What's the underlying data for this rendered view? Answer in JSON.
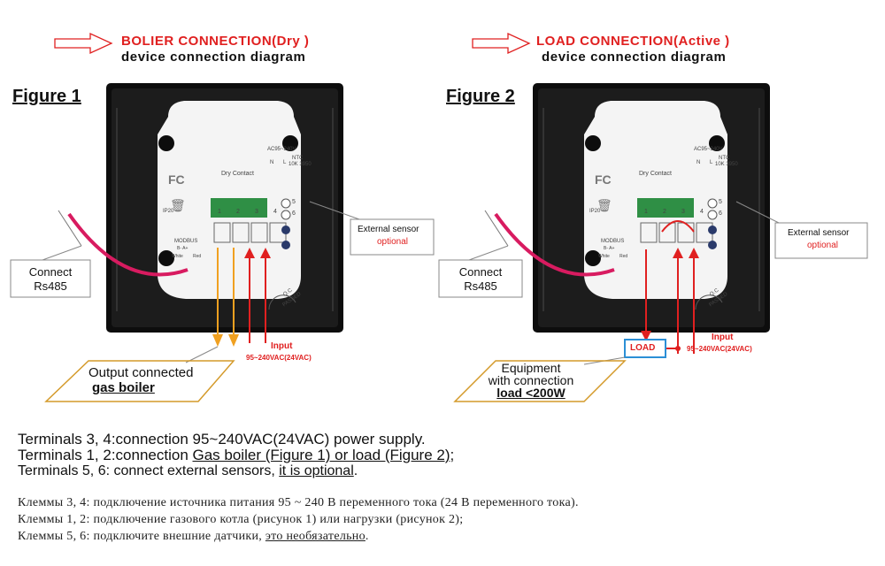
{
  "left": {
    "header_title": "BOLIER CONNECTION(Dry )",
    "header_sub": "device connection diagram",
    "figure": "Figure 1",
    "device": {
      "voltage": "AC95~240V",
      "dry_contact": "Dry Contact",
      "n": "N",
      "l": "L",
      "ntc": "NTC",
      "ntc_model": "10K 3950",
      "ip": "IP20",
      "modbus": "MODBUS",
      "bus_ab": "B-  A+",
      "white": "White",
      "red": "Red",
      "terminals": [
        "1",
        "2",
        "3",
        "4"
      ],
      "sensors": [
        "5",
        "6"
      ],
      "qc": "Q.C",
      "passed": "PASSED"
    },
    "external_sensor": "External sensor",
    "optional": "optional",
    "connect": "Connect",
    "rs485": "Rs485",
    "input": "Input",
    "voltage_label": "95~240VAC(24VAC)",
    "output_line1": "Output connected",
    "output_line2": "gas boiler"
  },
  "right": {
    "header_title": "LOAD CONNECTION(Active )",
    "header_sub": "device connection diagram",
    "figure": "Figure 2",
    "device": {
      "voltage": "AC95~240V",
      "dry_contact": "Dry Contact",
      "n": "N",
      "l": "L",
      "ntc": "NTC",
      "ntc_model": "10K 3950",
      "ip": "IP20",
      "modbus": "MODBUS",
      "bus_ab": "B-  A+",
      "white": "White",
      "red": "Red",
      "terminals": [
        "1",
        "2",
        "3",
        "4"
      ],
      "sensors": [
        "5",
        "6"
      ],
      "qc": "Q.C",
      "passed": "PASSED"
    },
    "external_sensor": "External sensor",
    "optional": "optional",
    "connect": "Connect",
    "rs485": "Rs485",
    "load": "LOAD",
    "input": "Input",
    "voltage_label": "95~240VAC(24VAC)",
    "equip_line1": "Equipment",
    "equip_line2": "with connection",
    "equip_line3": "load <200W"
  },
  "notes_en": {
    "line1": "Terminals 3, 4:connection  95~240VAC(24VAC) power supply.",
    "line2_a": "Terminals 1, 2:connection ",
    "line2_b": "Gas boiler (Figure 1) or load (Figure 2)",
    "line2_c": ";",
    "line3_a": "Terminals 5, 6: connect external sensors, ",
    "line3_b": "it is optional",
    "line3_c": "."
  },
  "notes_ru": {
    "line1": "Клеммы 3, 4: подключение источника питания 95 ~ 240 В переменного тока (24 В переменного тока).",
    "line2": "Клеммы 1, 2: подключение газового котла (рисунок 1) или нагрузки (рисунок 2);",
    "line3_a": "Клеммы 5, 6: подключите внешние датчики, ",
    "line3_b": "это необязательно",
    "line3_c": "."
  },
  "colors": {
    "accent_red": "#e02020",
    "wire_orange": "#f0a020",
    "load_box": "#2b8fd6",
    "device_black": "#0d0d0d",
    "device_white": "#f4f4f4",
    "terminal_green": "#2f8f45",
    "cable_pink": "#d81b60"
  },
  "icons": [
    "arrow-outline-icon",
    "fcc-icon",
    "weee-bin-icon",
    "screw-icon"
  ]
}
